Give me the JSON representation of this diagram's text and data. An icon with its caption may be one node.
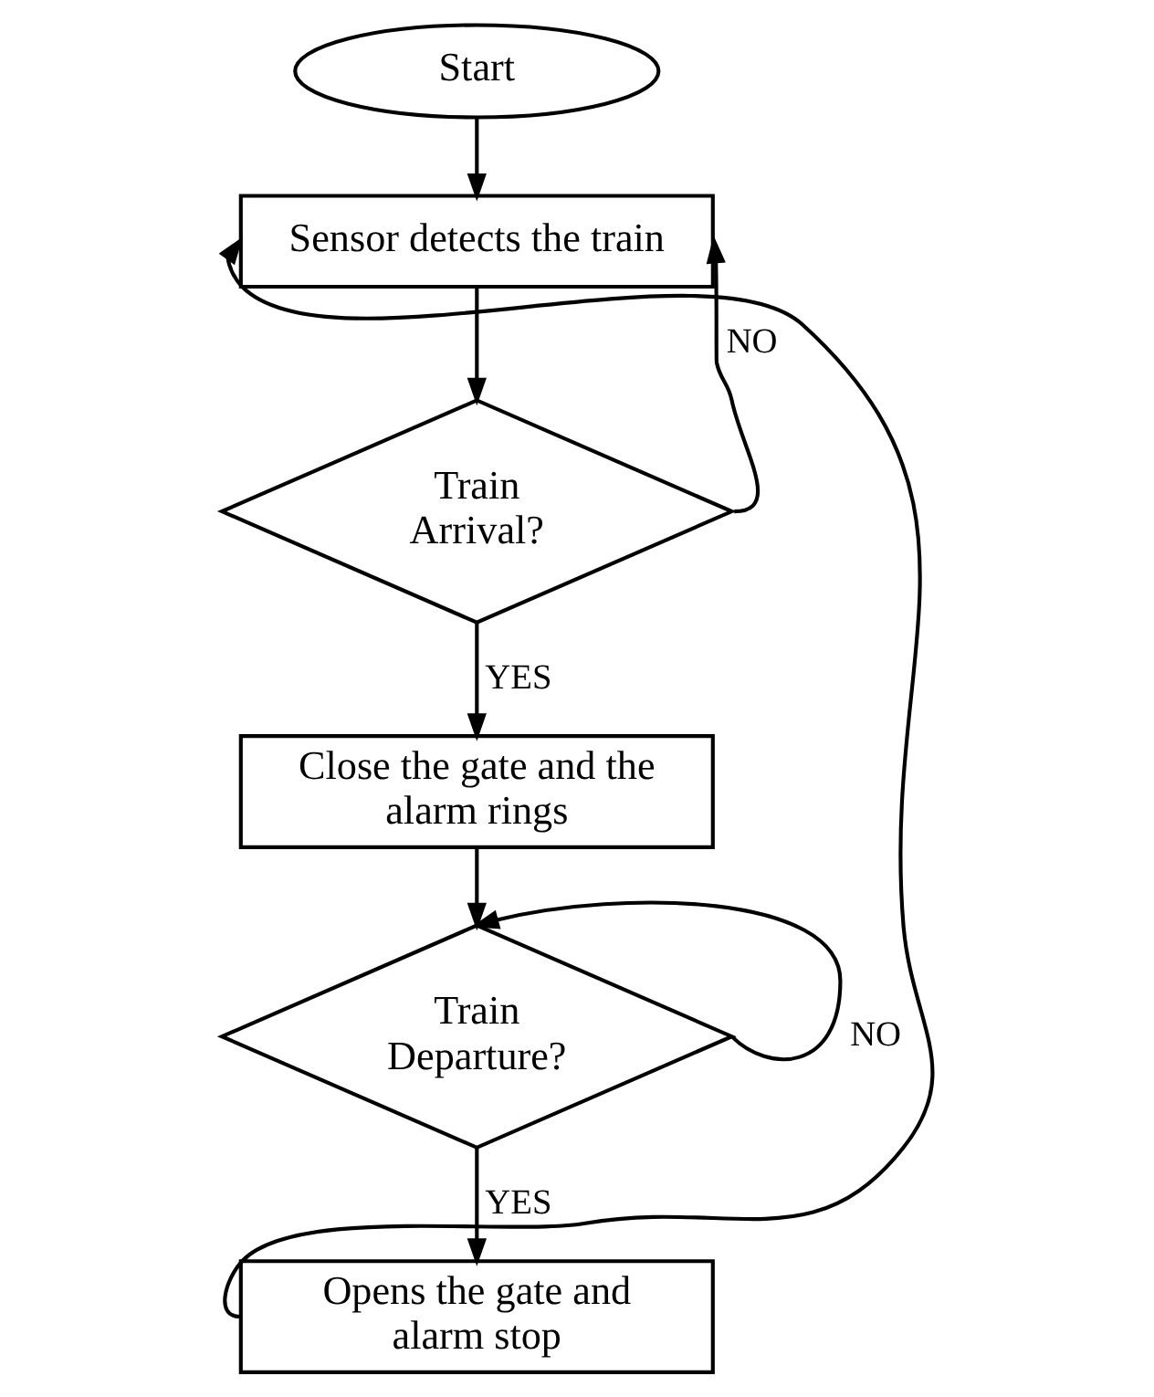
{
  "diagram": {
    "nodes": [
      {
        "text": [
          "Start"
        ]
      },
      {
        "text": [
          "Sensor detects the train"
        ]
      },
      {
        "text": [
          "Train Arrival?"
        ]
      },
      {
        "text": [
          "Close the gate and the alarm rings"
        ]
      },
      {
        "text": [
          "Train Departure?"
        ]
      },
      {
        "text": [
          "Opens the gate and alarm stop"
        ]
      }
    ],
    "edges": [
      {
        "from": 0,
        "to": 1,
        "arrow": "to"
      },
      {
        "from": 1,
        "to": 2,
        "arrow": "to"
      },
      {
        "from": 2,
        "to": 1,
        "arrow": "to",
        "label": "NO"
      },
      {
        "from": 2,
        "to": 3,
        "arrow": "to",
        "label": "YES"
      },
      {
        "from": 3,
        "to": 4,
        "arrow": "to"
      },
      {
        "from": 4,
        "to": 4,
        "arrow": "to",
        "label": "NO"
      },
      {
        "from": 4,
        "to": 5,
        "arrow": "to",
        "label": "YES"
      },
      {
        "from": 5,
        "to": 1,
        "arrow": "to"
      }
    ]
  }
}
